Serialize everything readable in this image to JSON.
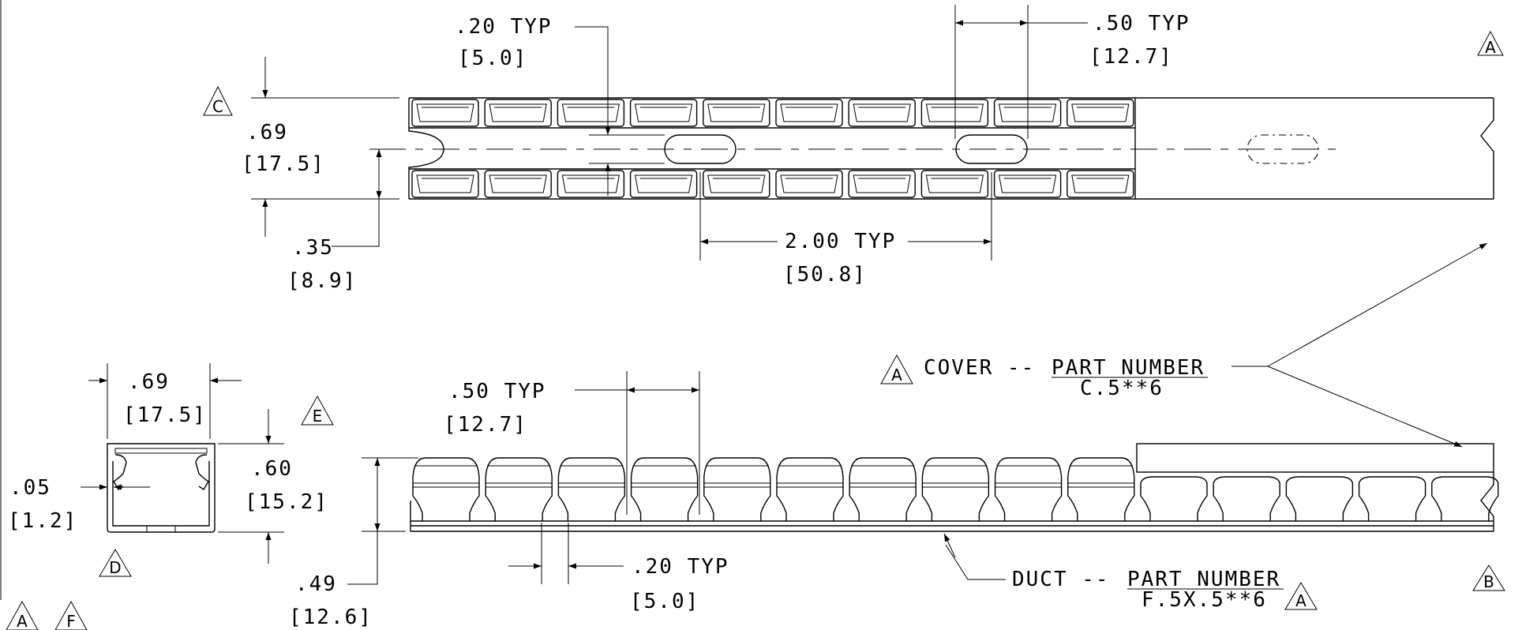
{
  "top_view": {
    "dim_slot_width": {
      "value": ".20  TYP",
      "metric": "[5.0]"
    },
    "dim_finger_pitch": {
      "value": ".50  TYP",
      "metric": "[12.7]"
    },
    "dim_width": {
      "value": ".69",
      "metric": "[17.5]"
    },
    "dim_half_width": {
      "value": ".35",
      "metric": "[8.9]"
    },
    "dim_slot_pitch": {
      "value": "2.00  TYP",
      "metric": "[50.8]"
    }
  },
  "end_view": {
    "dim_width": {
      "value": ".69",
      "metric": "[17.5]"
    },
    "dim_height": {
      "value": ".60",
      "metric": "[15.2]"
    },
    "dim_wall": {
      "value": ".05",
      "metric": "[1.2]"
    }
  },
  "side_view": {
    "dim_finger_pitch": {
      "value": ".50  TYP",
      "metric": "[12.7]"
    },
    "dim_slot_width": {
      "value": ".20  TYP",
      "metric": "[5.0]"
    },
    "dim_height": {
      "value": ".49",
      "metric": "[12.6]"
    }
  },
  "callouts": {
    "cover": {
      "prefix": "COVER  --",
      "pn_label": "PART  NUMBER",
      "pn": "C.5**6"
    },
    "duct": {
      "prefix": "DUCT  --",
      "pn_label": "PART  NUMBER",
      "pn": "F.5X.5**6"
    }
  },
  "flags": {
    "a": "A",
    "b": "B",
    "c": "C",
    "d": "D",
    "e": "E",
    "f": "F"
  },
  "colors": {
    "ink": "#000000",
    "background": "#ffffff"
  }
}
